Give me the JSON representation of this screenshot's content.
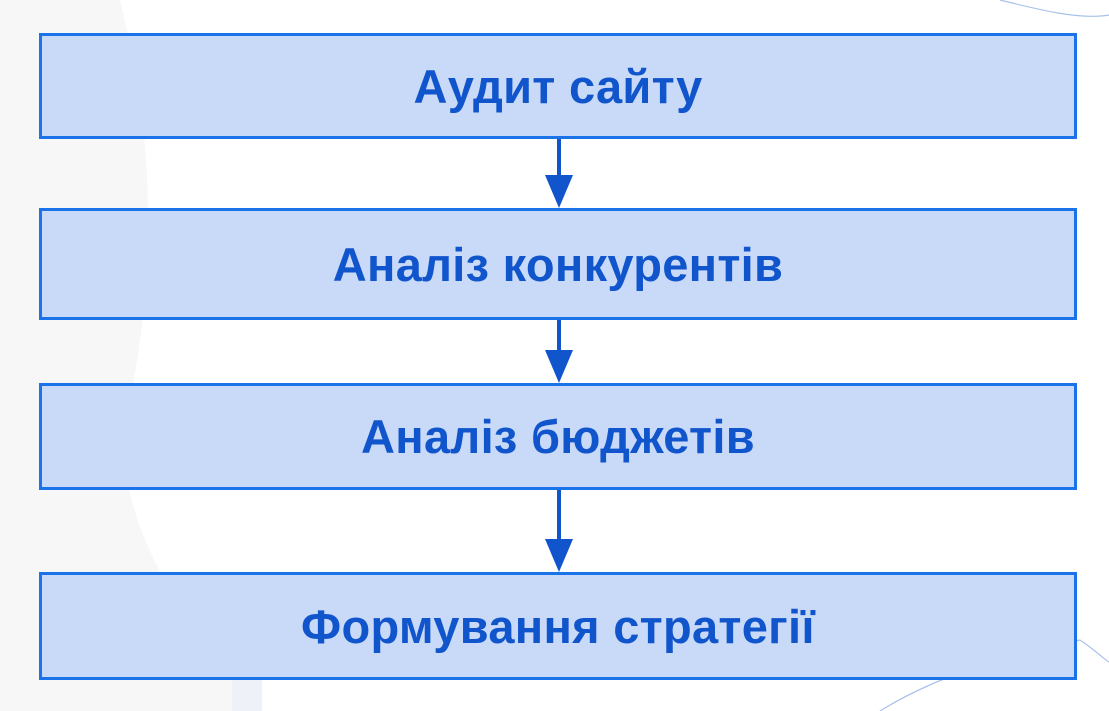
{
  "diagram": {
    "steps": [
      {
        "label": "Аудит сайту"
      },
      {
        "label": "Аналіз конкурентів"
      },
      {
        "label": "Аналіз бюджетів"
      },
      {
        "label": "Формування стратегії"
      }
    ],
    "colors": {
      "box_fill": "#c9daf8",
      "box_border": "#1a73e8",
      "text": "#1155cc",
      "arrow": "#1155cc",
      "background": "#f7f7f7"
    }
  }
}
